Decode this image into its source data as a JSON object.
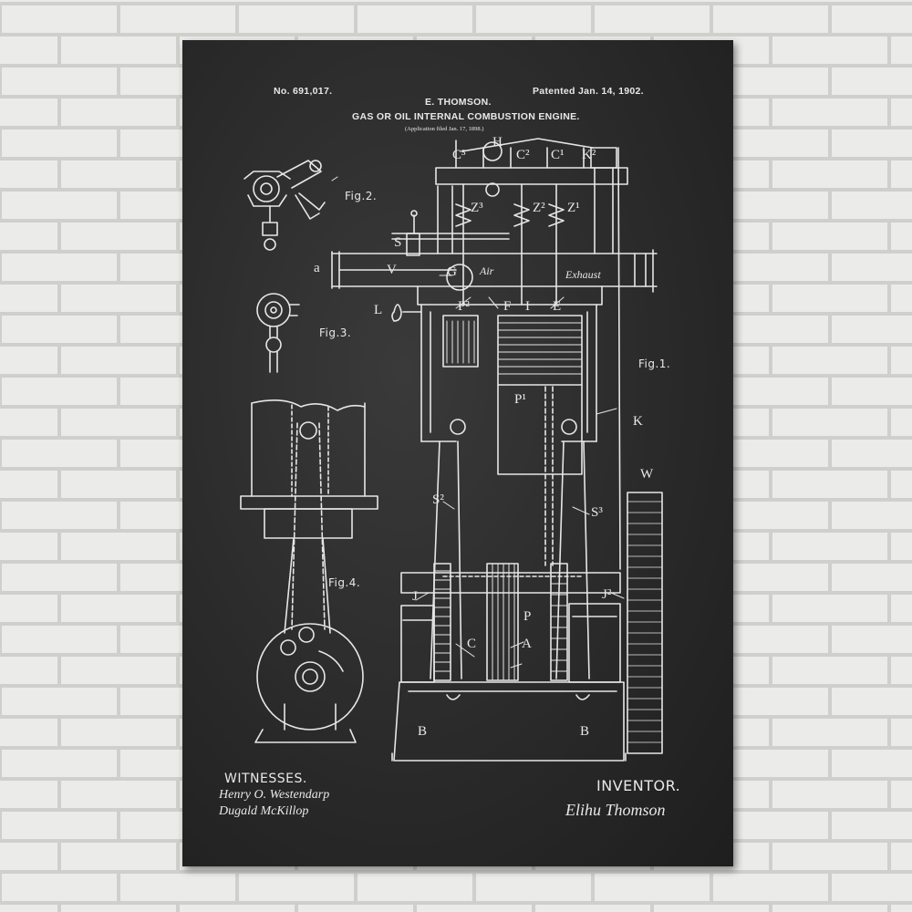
{
  "wall": {
    "color": "#e9e9e7",
    "mortar": "#cfcfcc"
  },
  "poster": {
    "background": "#2a2a2a",
    "line_color": "#e8e8e8",
    "patent_no": "No. 691,017.",
    "inventor_name": "E. THOMSON.",
    "patented": "Patented Jan. 14, 1902.",
    "title": "GAS OR OIL INTERNAL COMBUSTION ENGINE.",
    "application": "(Application filed Jan. 17, 1898.)",
    "figures": [
      "Fig.1.",
      "Fig.2.",
      "Fig.3.",
      "Fig.4."
    ],
    "labels": {
      "H": "H",
      "C3": "C³",
      "C2": "C²",
      "C1": "C¹",
      "K2": "K²",
      "Z3": "Z³",
      "Z2": "Z²",
      "Z1": "Z¹",
      "S": "S",
      "a": "a",
      "V": "V",
      "G": "G",
      "air": "Air",
      "exhaust": "Exhaust",
      "L": "L",
      "P2": "P²",
      "F": "F",
      "I": "I",
      "E": "E",
      "P1": "P¹",
      "K": "K",
      "W": "W",
      "S2": "S²",
      "S3": "S³",
      "J": "J",
      "J2": "J²",
      "P": "P",
      "C": "C",
      "A": "A",
      "B": "B"
    },
    "witnesses_label": "WITNESSES.",
    "witness_1": "Henry O. Westendarp",
    "witness_2": "Dugald McKillop",
    "inventor_label": "INVENTOR.",
    "inventor_signature": "Elihu Thomson"
  }
}
